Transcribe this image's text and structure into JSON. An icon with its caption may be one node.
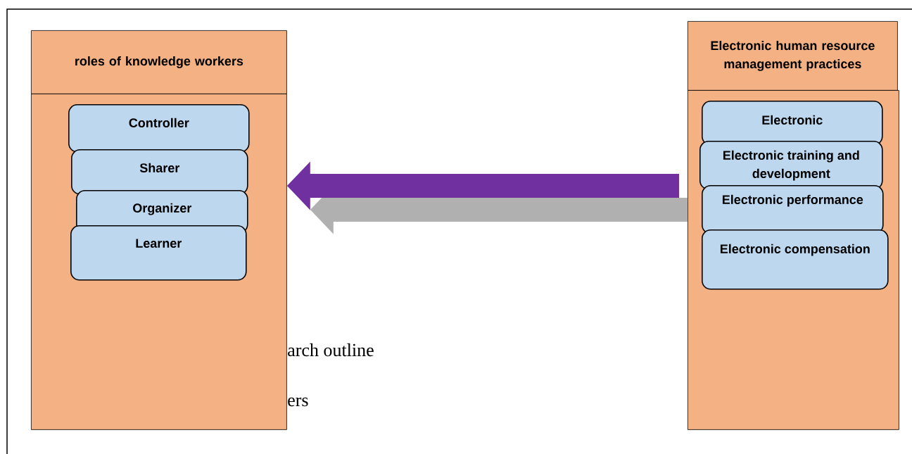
{
  "diagram": {
    "nodes": [
      {
        "text": [
          "roles of knowledge workers"
        ]
      },
      {
        "text": [],
        "shape": "box"
      },
      {
        "text": [
          "Controller"
        ],
        "in": 1
      },
      {
        "text": [
          "Sharer"
        ],
        "in": 1
      },
      {
        "text": [
          "Organizer"
        ],
        "in": 1
      },
      {
        "text": [
          "Learner"
        ],
        "in": 1
      },
      {
        "text": [
          "Electronic human resource management practices"
        ]
      },
      {
        "text": [],
        "shape": "box"
      },
      {
        "text": [
          "Electronic"
        ],
        "in": 7
      },
      {
        "text": [
          "Electronic training and development"
        ],
        "in": 7
      },
      {
        "text": [
          "Electronic performance"
        ],
        "in": 7
      },
      {
        "text": [
          "Electronic compensation"
        ],
        "in": 7
      }
    ],
    "edges": [
      {
        "from": 7,
        "to": 1,
        "arrow": "to",
        "color": "#7030a0"
      },
      {
        "from": 7,
        "to": 1,
        "arrow": "to",
        "color": "#b0b0b0"
      }
    ],
    "labels": [
      "arch outline",
      "ers"
    ]
  }
}
